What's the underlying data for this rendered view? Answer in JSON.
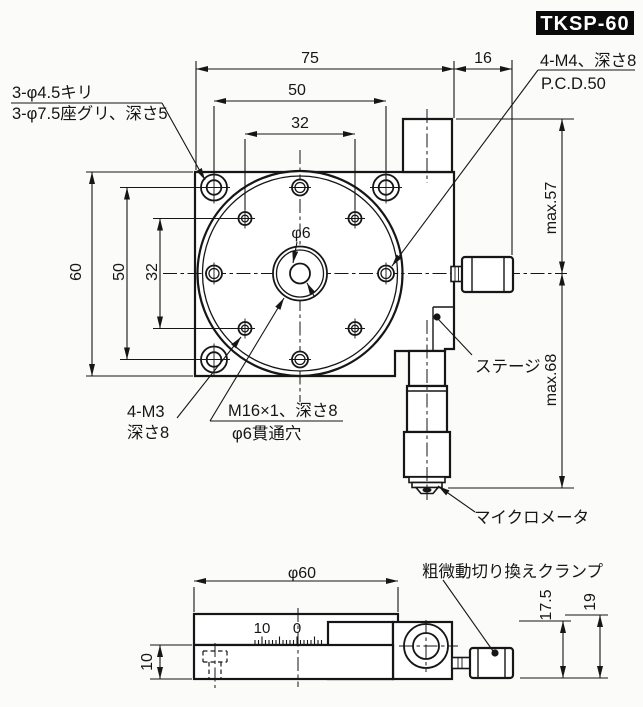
{
  "part_number": "TKSP-60",
  "colors": {
    "ink": "#161616",
    "paper": "#fbfbf9",
    "badge_bg": "#0a0a0a"
  },
  "top_view": {
    "dim_75": "75",
    "dim_16": "16",
    "dim_50_h": "50",
    "dim_32_h": "32",
    "dim_60_v": "60",
    "dim_50_v": "50",
    "dim_32_v": "32",
    "dim_max57": "max.57",
    "dim_max68": "max.68",
    "callout_phi6": "φ6",
    "note_drill_line1": "3-φ4.5キリ",
    "note_drill_line2": "3-φ7.5座グリ、深さ5",
    "note_m4_line1": "4-M4、深さ8",
    "note_m4_line2": "P.C.D.50",
    "note_m3_line1": "4-M3",
    "note_m3_line2": "深さ8",
    "note_m16_line1": "M16×1、深さ8",
    "note_m16_line2": "φ6貫通穴",
    "label_stage": "ステージ",
    "label_micrometer": "マイクロメータ"
  },
  "side_view": {
    "dim_phi60": "φ60",
    "dim_10": "10",
    "dim_17_5": "17.5",
    "dim_19": "19",
    "scale_label_10": "10",
    "scale_label_0": "0",
    "label_clamp": "粗微動切り換えクランプ"
  }
}
